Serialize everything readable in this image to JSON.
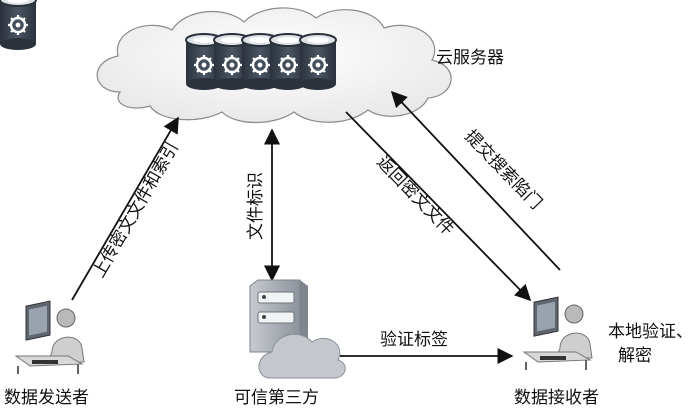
{
  "nodes": {
    "cloud_server": "云服务器",
    "sender": "数据发送者",
    "trusted_third_party": "可信第三方",
    "receiver": "数据接收者",
    "receiver_note_line1": "本地验证、",
    "receiver_note_line2": "解密"
  },
  "edges": {
    "upload": "上传密文文件和索引",
    "file_id": "文件标识",
    "return_file": "返回密文文件",
    "submit_trapdoor": "提交搜索陷门",
    "verify_tag": "验证标签"
  },
  "colors": {
    "cloud_fill": "#f4f4f4",
    "cloud_stroke": "#8a8a8a",
    "db_fill": "#3a4350",
    "server_fill": "#9aa0a8",
    "arrow": "#111111"
  },
  "icons": {
    "database": "database-gear-icon",
    "server": "server-cloud-icon",
    "user": "user-at-computer-icon"
  }
}
